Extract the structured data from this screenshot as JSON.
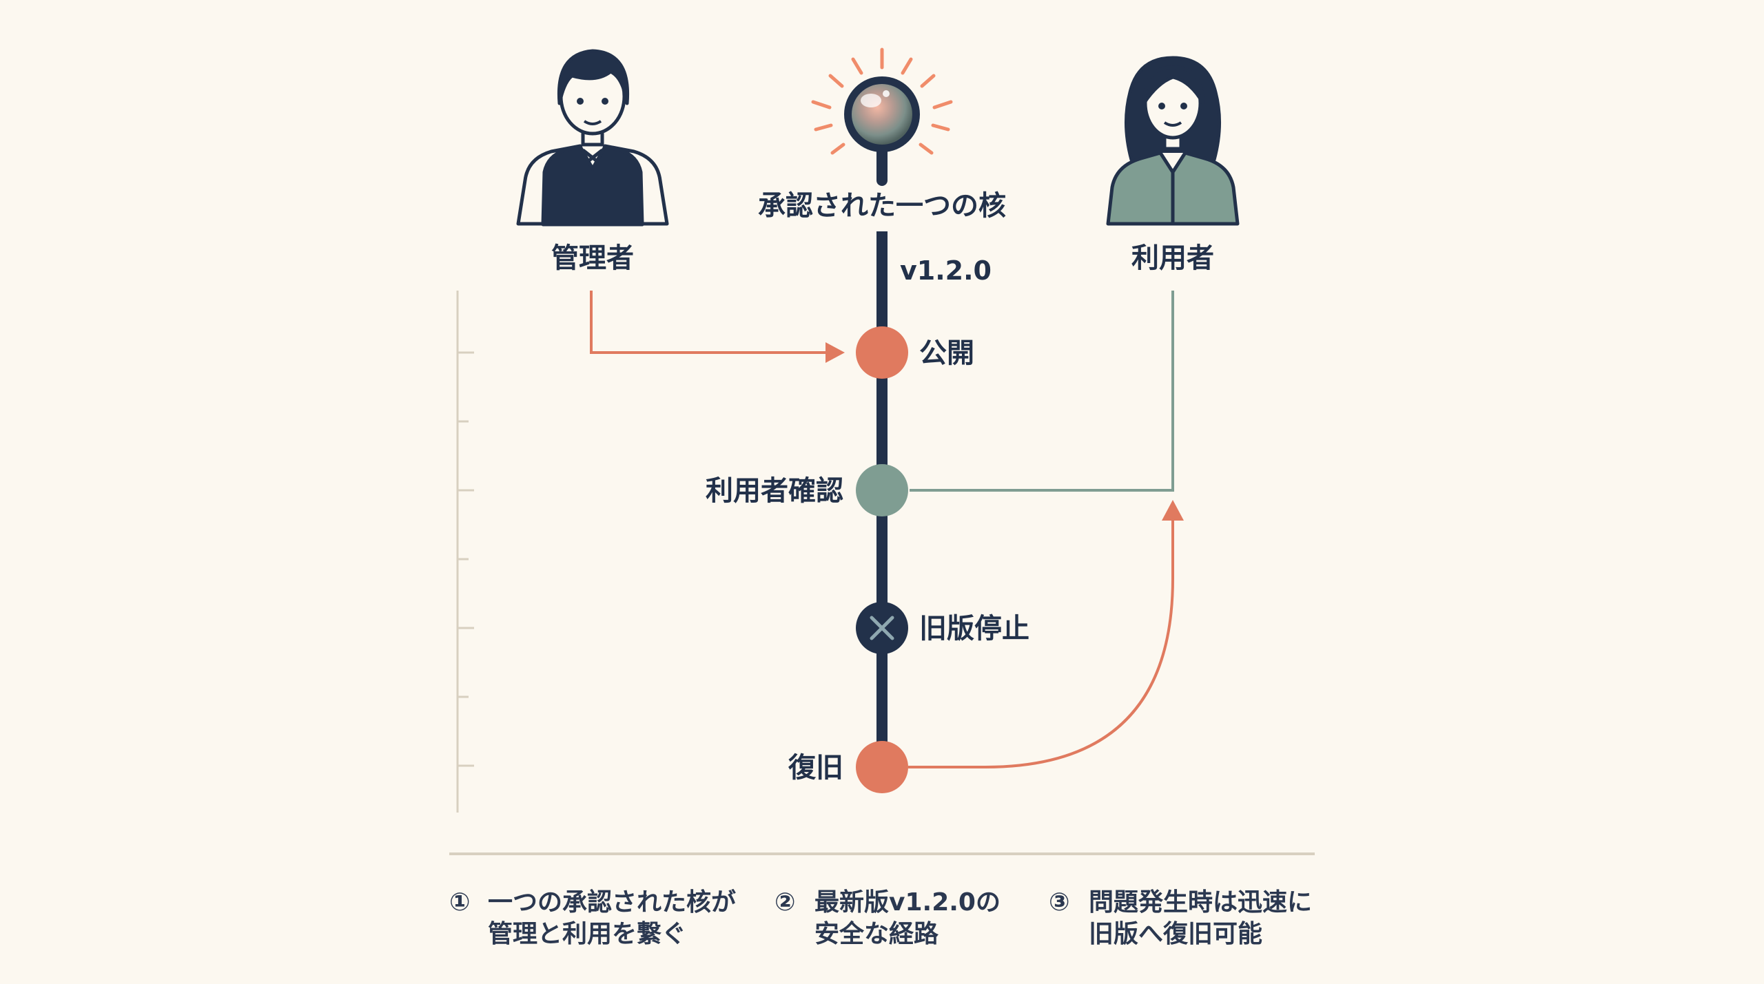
{
  "colors": {
    "background": "#fcf8f0",
    "navy": "#22314a",
    "coral": "#e07a5f",
    "sage": "#7f9d92",
    "ruler": "#d8d0c0"
  },
  "core": {
    "icon": "lightbulb-orb-icon",
    "title": "承認された一つの核",
    "version": "v1.2.0"
  },
  "actors": {
    "admin": {
      "label": "管理者",
      "icon": "admin-person-icon"
    },
    "user": {
      "label": "利用者",
      "icon": "user-person-icon"
    }
  },
  "steps": [
    {
      "id": "publish",
      "label": "公開",
      "color": "coral"
    },
    {
      "id": "user-check",
      "label": "利用者確認",
      "color": "sage"
    },
    {
      "id": "old-stop",
      "label": "旧版停止",
      "color": "navy",
      "icon": "x-icon"
    },
    {
      "id": "restore",
      "label": "復旧",
      "color": "coral"
    }
  ],
  "captions": [
    {
      "num": "①",
      "line1": "一つの承認された核が",
      "line2": "管理と利用を繋ぐ"
    },
    {
      "num": "②",
      "line1": "最新版v1.2.0の",
      "line2": "安全な経路"
    },
    {
      "num": "③",
      "line1": "問題発生時は迅速に",
      "line2": "旧版へ復旧可能"
    }
  ]
}
